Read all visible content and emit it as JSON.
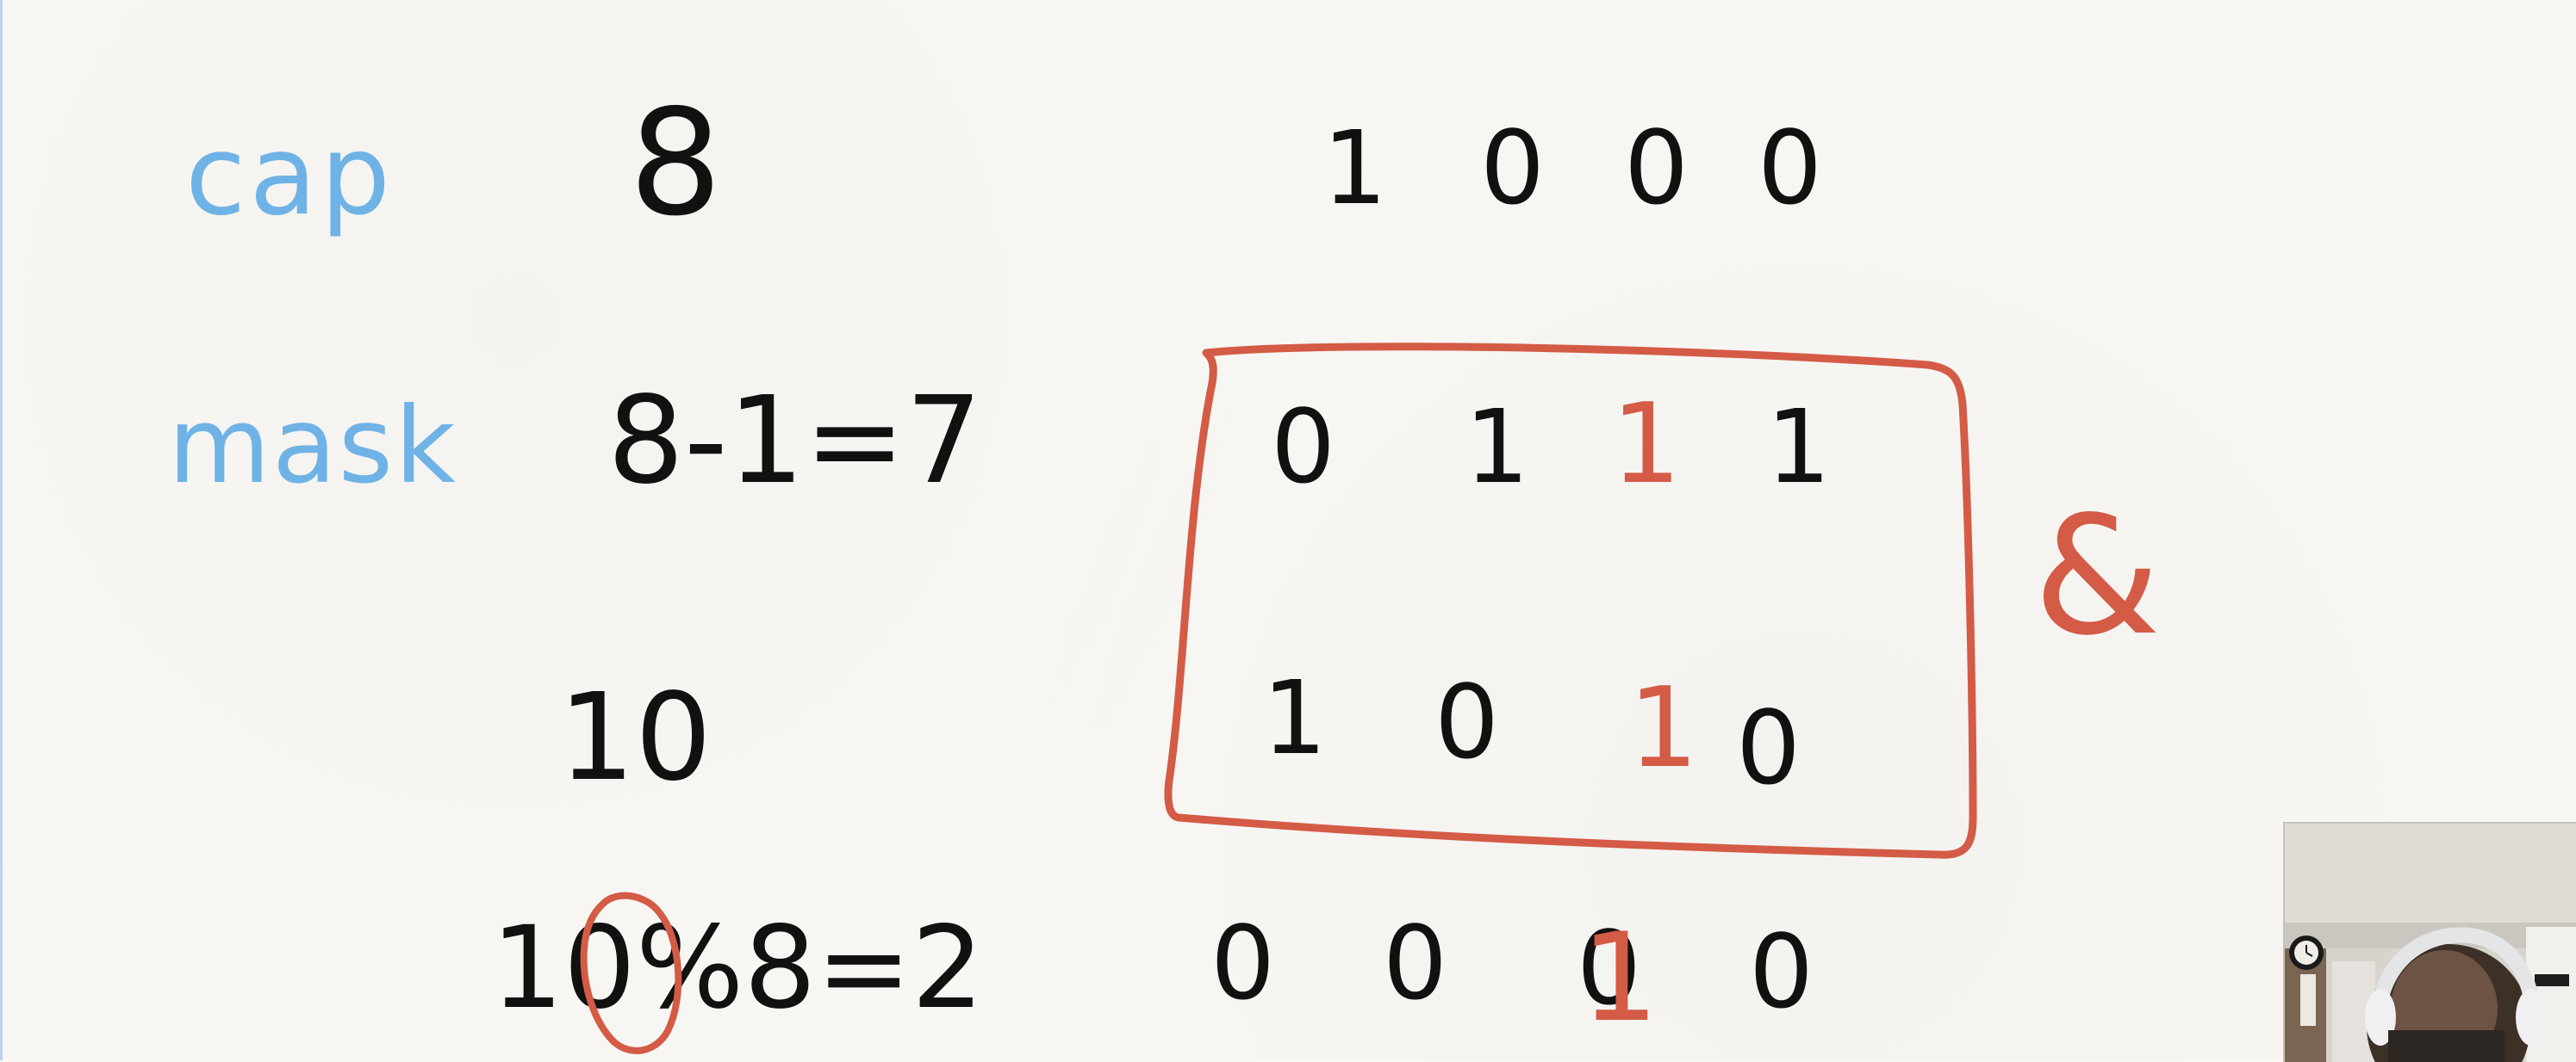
{
  "whiteboard": {
    "row1": {
      "label": "cap",
      "value": "8",
      "bits": [
        "1",
        "0",
        "0",
        "0"
      ]
    },
    "row2": {
      "label": "mask",
      "value": "8-1=7",
      "bits": [
        "0",
        "1",
        "1",
        "1"
      ]
    },
    "row3": {
      "value": "10",
      "bits": [
        "1",
        "0",
        "1",
        "0"
      ]
    },
    "row4": {
      "expression": "10%8=2",
      "bits": [
        "0",
        "0",
        "0",
        "0"
      ],
      "overwrite_digit": "1"
    },
    "operator": "&"
  },
  "colors": {
    "background": "#f8f7f3",
    "blue_ink": "#6fb3e6",
    "black_ink": "#111111",
    "red_ink": "#d45b46"
  },
  "icons": {
    "webcam": "webcam-feed",
    "clock": "clock-icon",
    "headphones": "headphones-icon"
  }
}
